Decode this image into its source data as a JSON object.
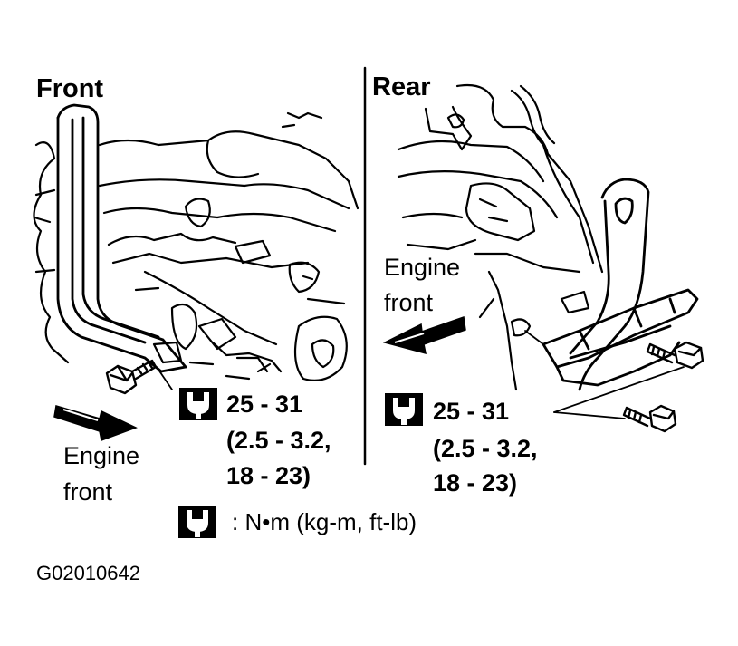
{
  "front": {
    "title": "Front",
    "engine_front_line1": "Engine",
    "engine_front_line2": "front",
    "torque_line1": "25 - 31",
    "torque_line2": "(2.5 - 3.2,",
    "torque_line3": "18 - 23)"
  },
  "rear": {
    "title": "Rear",
    "engine_front_line1": "Engine",
    "engine_front_line2": "front",
    "torque_line1": "25 - 31",
    "torque_line2": "(2.5 - 3.2,",
    "torque_line3": "18 - 23)"
  },
  "legend": {
    "units": ": N•m (kg-m, ft-lb)"
  },
  "figure_code": "G02010642",
  "icons": {
    "torque_symbol": "torque-wrench-icon",
    "arrow": "arrow-left-icon"
  },
  "colors": {
    "ink": "#000000",
    "paper": "#ffffff"
  }
}
